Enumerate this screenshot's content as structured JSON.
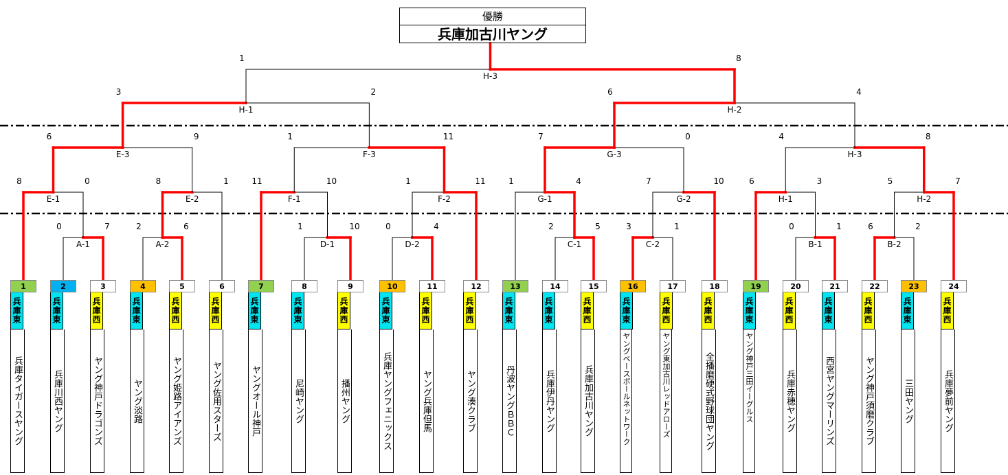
{
  "champion_label": "優勝",
  "champion": "兵庫加古川ヤング",
  "colors": {
    "win": "#ff0000",
    "line": "#000000",
    "east": "#00e5f0",
    "west": "#ffff00",
    "num_green": "#92d050",
    "num_blue": "#00b0f0",
    "num_orange": "#ffc000"
  },
  "teams": [
    {
      "no": "1",
      "region": "兵庫東",
      "name": "兵庫タイガースヤング",
      "num_color": "green"
    },
    {
      "no": "2",
      "region": "兵庫東",
      "name": "兵庫川西ヤング",
      "num_color": "blue"
    },
    {
      "no": "3",
      "region": "兵庫西",
      "name": "ヤング神戸ドラゴンズ",
      "num_color": ""
    },
    {
      "no": "4",
      "region": "兵庫東",
      "name": "ヤング淡路",
      "num_color": "orange"
    },
    {
      "no": "5",
      "region": "兵庫西",
      "name": "ヤング姫路アイアンズ",
      "num_color": ""
    },
    {
      "no": "6",
      "region": "兵庫西",
      "name": "ヤング佐用スターズ",
      "num_color": ""
    },
    {
      "no": "7",
      "region": "兵庫東",
      "name": "ヤングオール神戸",
      "num_color": "green"
    },
    {
      "no": "8",
      "region": "兵庫東",
      "name": "尼崎ヤング",
      "num_color": ""
    },
    {
      "no": "9",
      "region": "兵庫西",
      "name": "播州ヤング",
      "num_color": ""
    },
    {
      "no": "10",
      "region": "兵庫東",
      "name": "兵庫ヤングフェニックス",
      "num_color": "orange"
    },
    {
      "no": "11",
      "region": "兵庫西",
      "name": "ヤング兵庫但馬",
      "num_color": ""
    },
    {
      "no": "12",
      "region": "兵庫西",
      "name": "ヤング湊クラブ",
      "num_color": ""
    },
    {
      "no": "13",
      "region": "兵庫東",
      "name": "丹波ヤングＢＢＣ",
      "num_color": "green"
    },
    {
      "no": "14",
      "region": "兵庫東",
      "name": "兵庫伊丹ヤング",
      "num_color": ""
    },
    {
      "no": "15",
      "region": "兵庫西",
      "name": "兵庫加古川ヤング",
      "num_color": ""
    },
    {
      "no": "16",
      "region": "兵庫東",
      "name": "ヤングベースボールネットワーク",
      "num_color": "orange"
    },
    {
      "no": "17",
      "region": "兵庫西",
      "name": "ヤング東加古川レッドアローズ",
      "num_color": ""
    },
    {
      "no": "18",
      "region": "兵庫西",
      "name": "全播磨硬式野球団ヤング",
      "num_color": ""
    },
    {
      "no": "19",
      "region": "兵庫東",
      "name": "ヤング神戸三田イーグルス",
      "num_color": "green"
    },
    {
      "no": "20",
      "region": "兵庫西",
      "name": "兵庫赤穂ヤング",
      "num_color": ""
    },
    {
      "no": "21",
      "region": "兵庫東",
      "name": "西宮ヤングマーリンズ",
      "num_color": ""
    },
    {
      "no": "22",
      "region": "兵庫西",
      "name": "ヤング神戸須磨クラブ",
      "num_color": ""
    },
    {
      "no": "23",
      "region": "兵庫東",
      "name": "三田ヤング",
      "num_color": "orange"
    },
    {
      "no": "24",
      "region": "兵庫西",
      "name": "兵庫夢前ヤング",
      "num_color": ""
    }
  ],
  "matches": [
    {
      "label": "A-1",
      "left_score": "0",
      "right_score": "7"
    },
    {
      "label": "A-2",
      "left_score": "2",
      "right_score": "6"
    },
    {
      "label": "D-1",
      "left_score": "1",
      "right_score": "10"
    },
    {
      "label": "D-2",
      "left_score": "0",
      "right_score": "4"
    },
    {
      "label": "C-1",
      "left_score": "2",
      "right_score": "5"
    },
    {
      "label": "C-2",
      "left_score": "3",
      "right_score": "1"
    },
    {
      "label": "B-1",
      "left_score": "0",
      "right_score": "1"
    },
    {
      "label": "B-2",
      "left_score": "6",
      "right_score": "2"
    },
    {
      "label": "E-1",
      "left_score": "8",
      "right_score": "0"
    },
    {
      "label": "E-2",
      "left_score": "8",
      "right_score": "1"
    },
    {
      "label": "F-1",
      "left_score": "11",
      "right_score": "10"
    },
    {
      "label": "F-2",
      "left_score": "1",
      "right_score": "11"
    },
    {
      "label": "G-1",
      "left_score": "1",
      "right_score": "4"
    },
    {
      "label": "G-2",
      "left_score": "7",
      "right_score": "10"
    },
    {
      "label": "H-1",
      "left_score": "6",
      "right_score": "3"
    },
    {
      "label": "H-2",
      "left_score": "5",
      "right_score": "7"
    },
    {
      "label": "E-3",
      "left_score": "6",
      "right_score": "9"
    },
    {
      "label": "F-3",
      "left_score": "1",
      "right_score": "11"
    },
    {
      "label": "G-3",
      "left_score": "7",
      "right_score": "0"
    },
    {
      "label": "H-3",
      "left_score": "4",
      "right_score": "8"
    },
    {
      "label": "H-1",
      "left_score": "3",
      "right_score": "2"
    },
    {
      "label": "H-2",
      "left_score": "6",
      "right_score": "4"
    },
    {
      "label": "H-3",
      "left_score": "1",
      "right_score": "8"
    }
  ]
}
